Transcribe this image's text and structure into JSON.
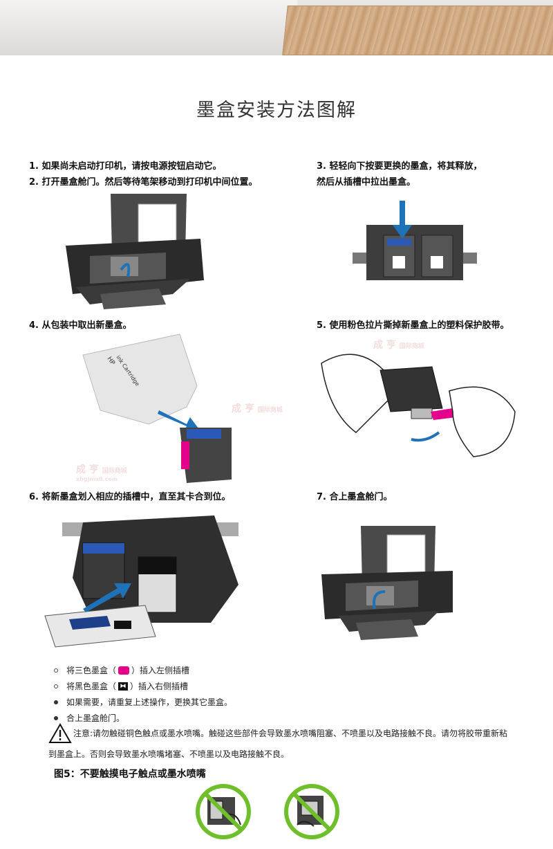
{
  "title": "墨盒安装方法图解",
  "steps": {
    "s1": "1. 如果尚未启动打印机，请按电源按钮启动它。",
    "s2": "2. 打开墨盒舱门。然后等待笔架移动到打印机中间位置。",
    "s3a": "3. 轻轻向下按要更换的墨盒，将其释放，",
    "s3b": "然后从插槽中拉出墨盒。",
    "s4": "4. 从包装中取出新墨盒。",
    "s5": "5. 使用粉色拉片撕掉新墨盒上的塑料保护胶带。",
    "s6": "6. 将新墨盒划入相应的插槽中，直至其卡合到位。",
    "s7": "7. 合上墨盒舱门。"
  },
  "bullets": {
    "b1_pre": "将三色墨盒（",
    "b1_post": "）插入左侧插槽",
    "b2_pre": "将黑色墨盒（",
    "b2_post": "）插入右侧插槽",
    "b3": "如果需要，请重复上述操作，更换其它墨盒。",
    "b4": "合上墨盒舱门。"
  },
  "warning": {
    "line1": "注意:请勿触碰铜色触点或墨水喷嘴。触碰这些部件会导致墨水喷嘴阻塞、不喷墨以及电路接触不良。请勿将胶带重新粘",
    "line2": "到墨盒上。否则会导致墨水喷嘴堵塞、不喷墨以及电路接触不良。"
  },
  "figure_caption": "图5：不要触摸电子触点或墨水喷嘴",
  "cartridge_label": {
    "brand": "HP",
    "text": "ink Cartridge"
  },
  "watermark": {
    "brand": "成 亨",
    "subtitle": "国际商城",
    "url": "xhgjmall.com"
  },
  "colors": {
    "pink": "#e4008a",
    "prohibit_green": "#6fbf2a",
    "printer_dark": "#2b2b2b"
  }
}
